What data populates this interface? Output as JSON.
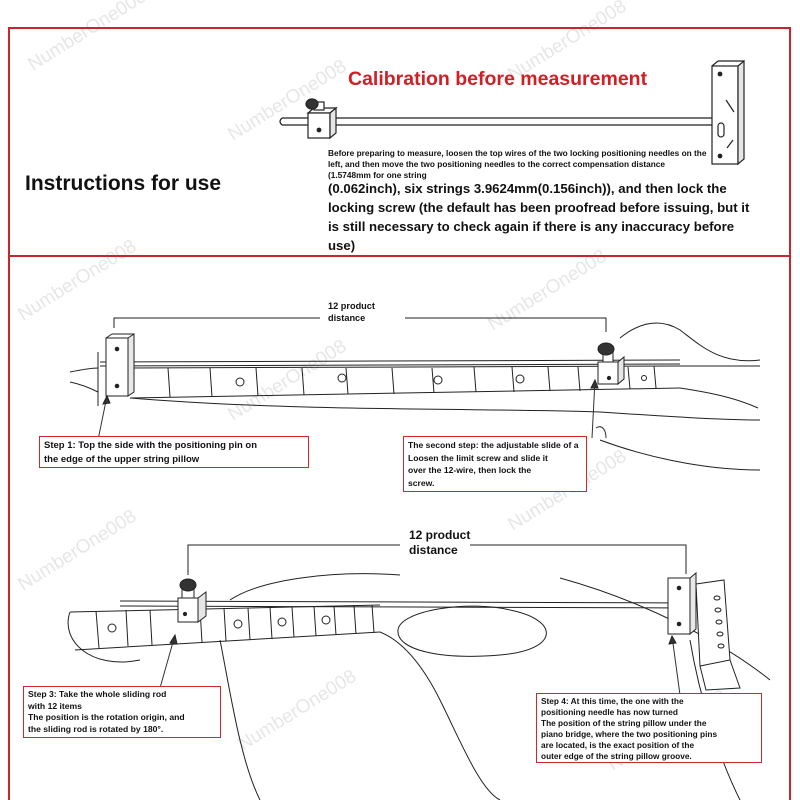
{
  "title": "Calibration before measurement",
  "heading": "Instructions for use",
  "instructions": {
    "small": "Before preparing to measure, loosen the top wires of the two locking positioning needles on the left, and then move the two positioning needles to the correct compensation distance (1.5748mm for one string",
    "large": "(0.062inch), six strings 3.9624mm(0.156inch)), and then lock the locking screw (the default has been proofread before issuing, but it is still necessary to check again if there is any inaccuracy before use)"
  },
  "distance_top": {
    "line1": "12 product",
    "line2": "distance"
  },
  "distance_bottom": {
    "line1": "12 product",
    "line2": "distance"
  },
  "steps": {
    "step1": {
      "line1": "Step 1: Top the side with the positioning pin on",
      "line2": "the edge of the upper string pillow"
    },
    "step2": {
      "line1": "The second step: the adjustable slide of a",
      "line2": "Loosen the limit screw and slide it",
      "line3": "over the 12-wire, then lock the",
      "line4": "screw."
    },
    "step3": {
      "line1": "Step 3: Take the whole sliding rod",
      "line2": "with 12 items",
      "line3": "The position is the rotation origin, and",
      "line4": "the sliding rod is rotated by 180°."
    },
    "step4": {
      "line1": "Step 4: At this time, the one with the",
      "line2": "positioning needle has now turned",
      "line3": "The position of the string pillow under the",
      "line4": "piano bridge, where the two positioning pins",
      "line5": "are located, is the exact position of the",
      "line6": "outer edge of the string pillow groove."
    }
  },
  "watermark": "NumberOne008",
  "colors": {
    "accent_red": "#d11f25",
    "frame_red": "#c9252a",
    "line": "#222222"
  }
}
